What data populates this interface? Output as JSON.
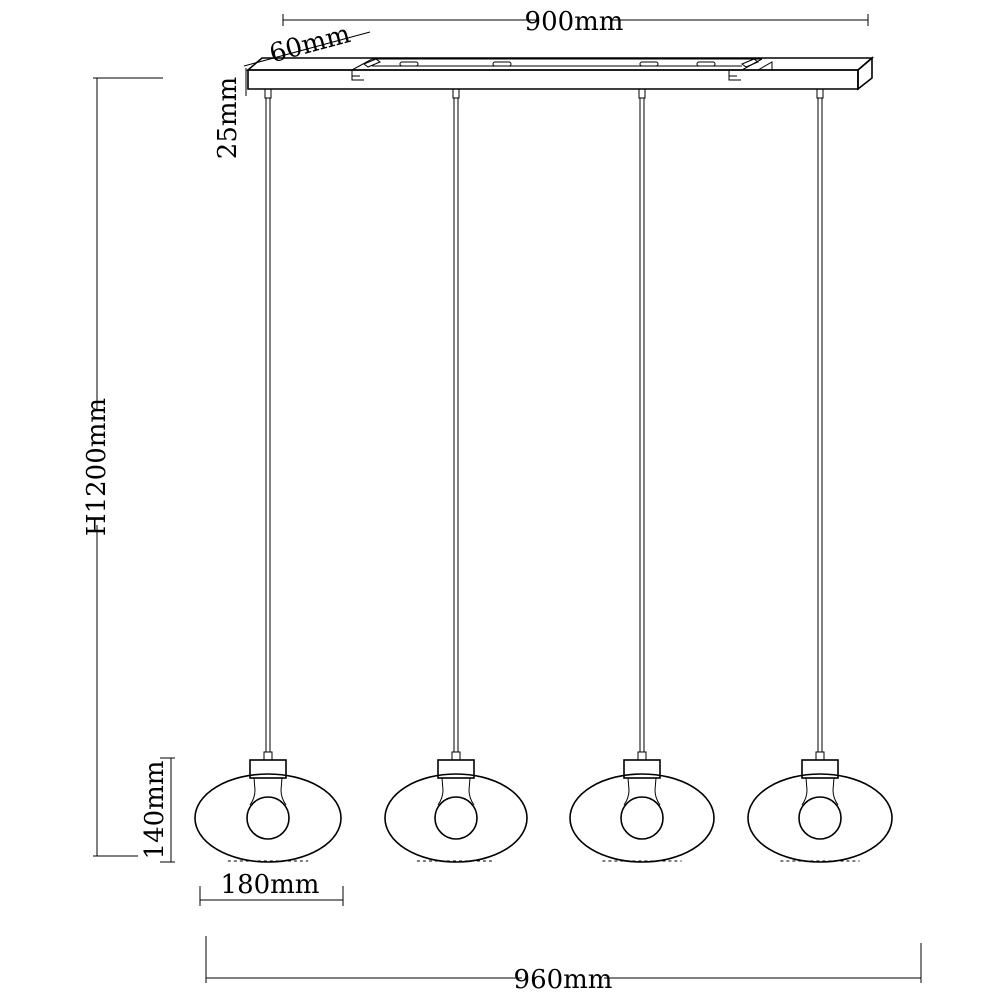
{
  "dimensions": {
    "top_length": "900mm",
    "depth": "60mm",
    "canopy_height": "25mm",
    "total_height": "H1200mm",
    "shade_height": "140mm",
    "shade_width": "180mm",
    "overall_length": "960mm"
  },
  "pendant_count": 4
}
